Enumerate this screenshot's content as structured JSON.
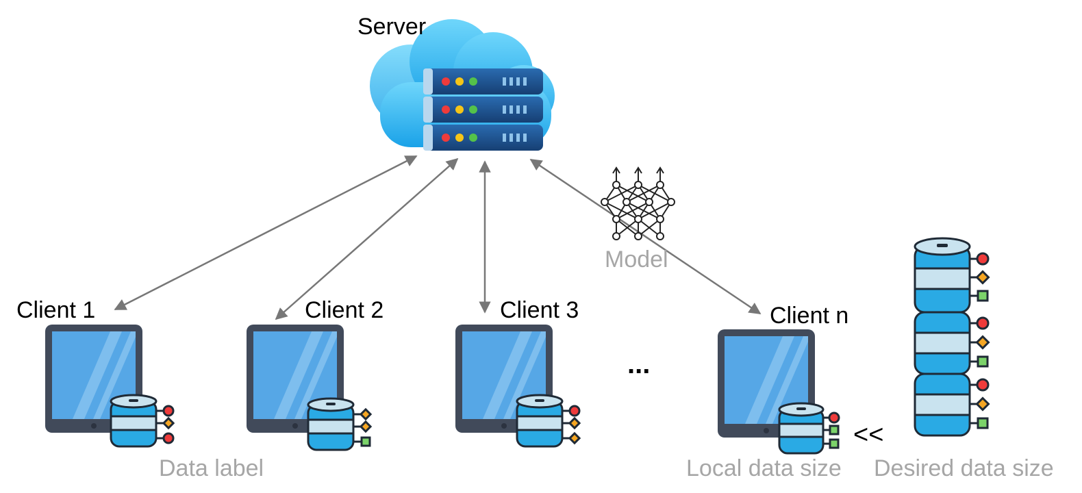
{
  "server": {
    "label": "Server"
  },
  "model": {
    "label": "Model"
  },
  "clients": [
    {
      "label": "Client 1"
    },
    {
      "label": "Client 2"
    },
    {
      "label": "Client 3"
    },
    {
      "label": "Client n"
    }
  ],
  "ellipsis": "...",
  "comparison_symbol": "<<",
  "captions": {
    "data_label": "Data label",
    "local_data_size": "Local data size",
    "desired_data_size": "Desired data size"
  },
  "colors": {
    "arrow": "#777777",
    "caption_gray": "#a6a6a6",
    "tablet_frame": "#414a5a",
    "tablet_screen": "#56a7e6",
    "db_blue": "#2aaae4",
    "db_light": "#c9e3ef",
    "db_outline": "#1f2a36",
    "marker_red": "#ef3b3b",
    "marker_orange": "#f5a623",
    "marker_green": "#7bd36a",
    "server_rack": "#1d4f86",
    "cloud": "#3fc1f0"
  },
  "icons": {
    "server": "cloud-server-icon",
    "model": "neural-network-icon",
    "client_device": "tablet-icon",
    "local_data": "database-icon"
  }
}
